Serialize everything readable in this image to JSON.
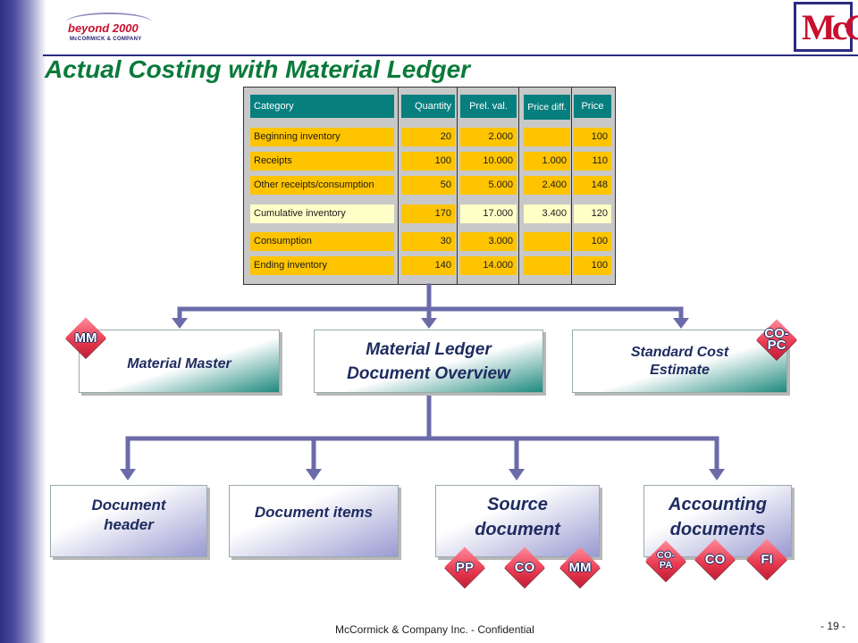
{
  "logo": {
    "top": "beyond 2000",
    "sub": "McCORMICK & COMPANY",
    "brand": "McC"
  },
  "title": "Actual Costing with Material Ledger",
  "table": {
    "headers": [
      "Category",
      "Quantity",
      "Prel. val.",
      "Price diff.",
      "Price"
    ],
    "rows": [
      [
        "Beginning inventory",
        "20",
        "2.000",
        "",
        "100"
      ],
      [
        "Receipts",
        "100",
        "10.000",
        "1.000",
        "110"
      ],
      [
        "Other receipts/consumption",
        "50",
        "5.000",
        "2.400",
        "148"
      ],
      [
        "Cumulative inventory",
        "170",
        "17.000",
        "3.400",
        "120"
      ],
      [
        "Consumption",
        "30",
        "3.000",
        "",
        "100"
      ],
      [
        "Ending inventory",
        "140",
        "14.000",
        "",
        "100"
      ]
    ]
  },
  "boxes": {
    "material_master": "Material Master",
    "ml_line1": "Material Ledger",
    "ml_line2": "Document Overview",
    "sce_line1": "Standard Cost",
    "sce_line2": "Estimate",
    "doc_header_line1": "Document",
    "doc_header_line2": "header",
    "doc_items": "Document items",
    "source_line1": "Source",
    "source_line2": "document",
    "acct_line1": "Accounting",
    "acct_line2": "documents"
  },
  "badges": {
    "mm_top": "MM",
    "copc": "CO-PC",
    "pp": "PP",
    "co_source": "CO",
    "mm_source": "MM",
    "copa_line1": "CO-",
    "copa_line2": "PA",
    "co_acct": "CO",
    "fi": "FI"
  },
  "footer": "McCormick & Company Inc. - Confidential",
  "page_number": "- 19 -",
  "colors": {
    "title": "#0a7a3a",
    "header_fill": "#087f7f",
    "cell_fill": "#ffc400",
    "connector": "#6b6ba8",
    "badge": "#e8394f"
  }
}
